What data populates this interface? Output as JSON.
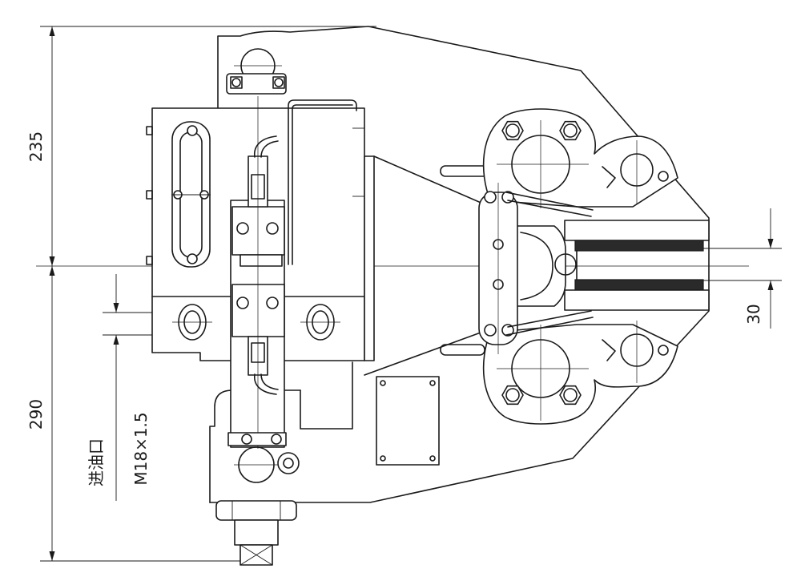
{
  "drawing": {
    "dimensions": {
      "upper_height": "235",
      "lower_height": "290",
      "pad_gap": "30"
    },
    "labels": {
      "oil_inlet": "进油口",
      "thread": "M18×1.5"
    }
  }
}
